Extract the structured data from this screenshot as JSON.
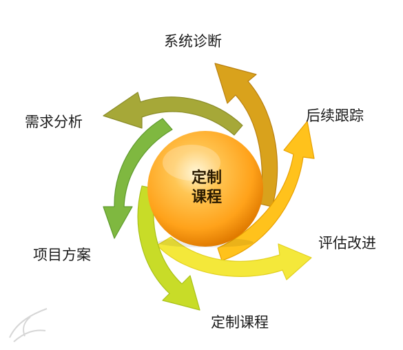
{
  "center": {
    "line1": "定制",
    "line2": "课程",
    "color_light": "#FFD27A",
    "color_mid": "#FFA21A",
    "color_dark": "#E07A00"
  },
  "stages": [
    {
      "label": "系统诊断",
      "color": "#D9A21C"
    },
    {
      "label": "后续跟踪",
      "color": "#FFC21C"
    },
    {
      "label": "评估改进",
      "color": "#F4E83A"
    },
    {
      "label": "定制课程",
      "color": "#C8DC28"
    },
    {
      "label": "项目方案",
      "color": "#7FB840"
    },
    {
      "label": "需求分析",
      "color": "#A6A838"
    }
  ]
}
